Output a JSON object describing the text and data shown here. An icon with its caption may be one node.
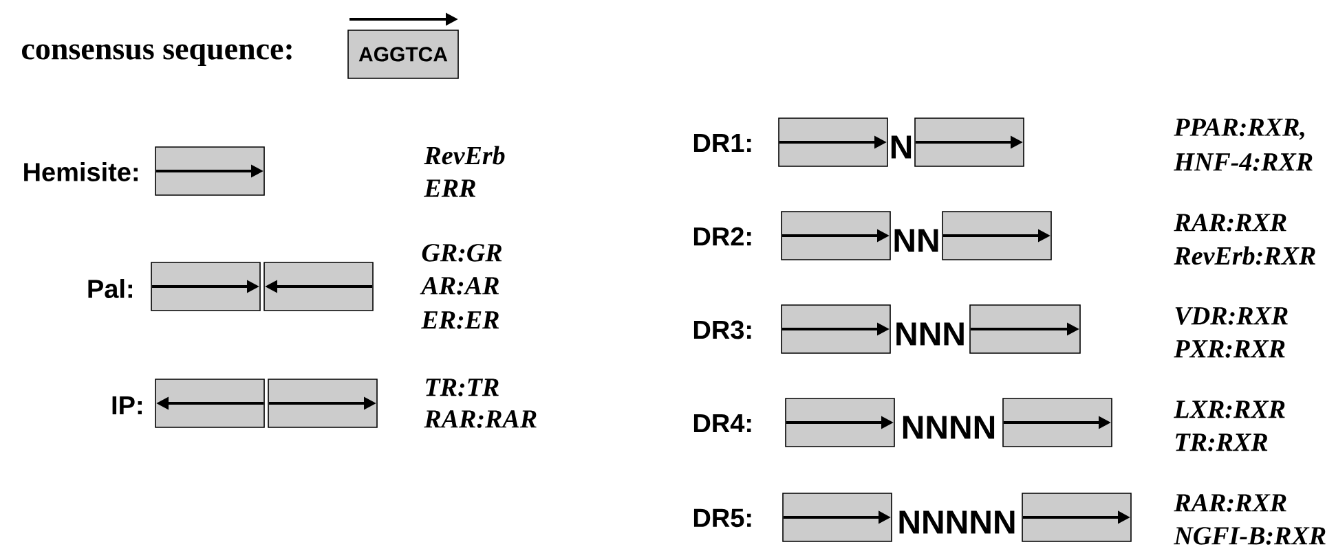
{
  "diagram": {
    "nodes": [
      {
        "text": [
          "AGGTCA"
        ]
      },
      {
        "text": [],
        "shape": "box"
      },
      {
        "text": [],
        "shape": "box"
      },
      {
        "text": [],
        "shape": "box"
      },
      {
        "text": [],
        "shape": "box"
      },
      {
        "text": [],
        "shape": "box"
      },
      {
        "text": [],
        "shape": "box"
      },
      {
        "text": [],
        "shape": "box"
      },
      {
        "text": [],
        "shape": "box"
      },
      {
        "text": [],
        "shape": "box"
      },
      {
        "text": [],
        "shape": "box"
      },
      {
        "text": [],
        "shape": "box"
      },
      {
        "text": [],
        "shape": "box"
      },
      {
        "text": [],
        "shape": "box"
      },
      {
        "text": [],
        "shape": "box"
      },
      {
        "text": [],
        "shape": "box"
      }
    ],
    "labels": [
      "consensus sequence:",
      "Hemisite:",
      "RevErb",
      "ERR",
      "Pal:",
      "GR:GR",
      "AR:AR",
      "ER:ER",
      "IP:",
      "TR:TR",
      "RAR:RAR",
      "DR1:",
      "N",
      "PPAR:RXR,",
      "HNF-4:RXR",
      "DR2:",
      "NN",
      "RAR:RXR",
      "RevErb:RXR",
      "DR3:",
      "NNN",
      "VDR:RXR",
      "PXR:RXR",
      "DR4:",
      "NNNN",
      "LXR:RXR",
      "TR:RXR",
      "DR5:",
      "NNNNN",
      "RAR:RXR",
      "NGFI-B:RXR"
    ]
  }
}
